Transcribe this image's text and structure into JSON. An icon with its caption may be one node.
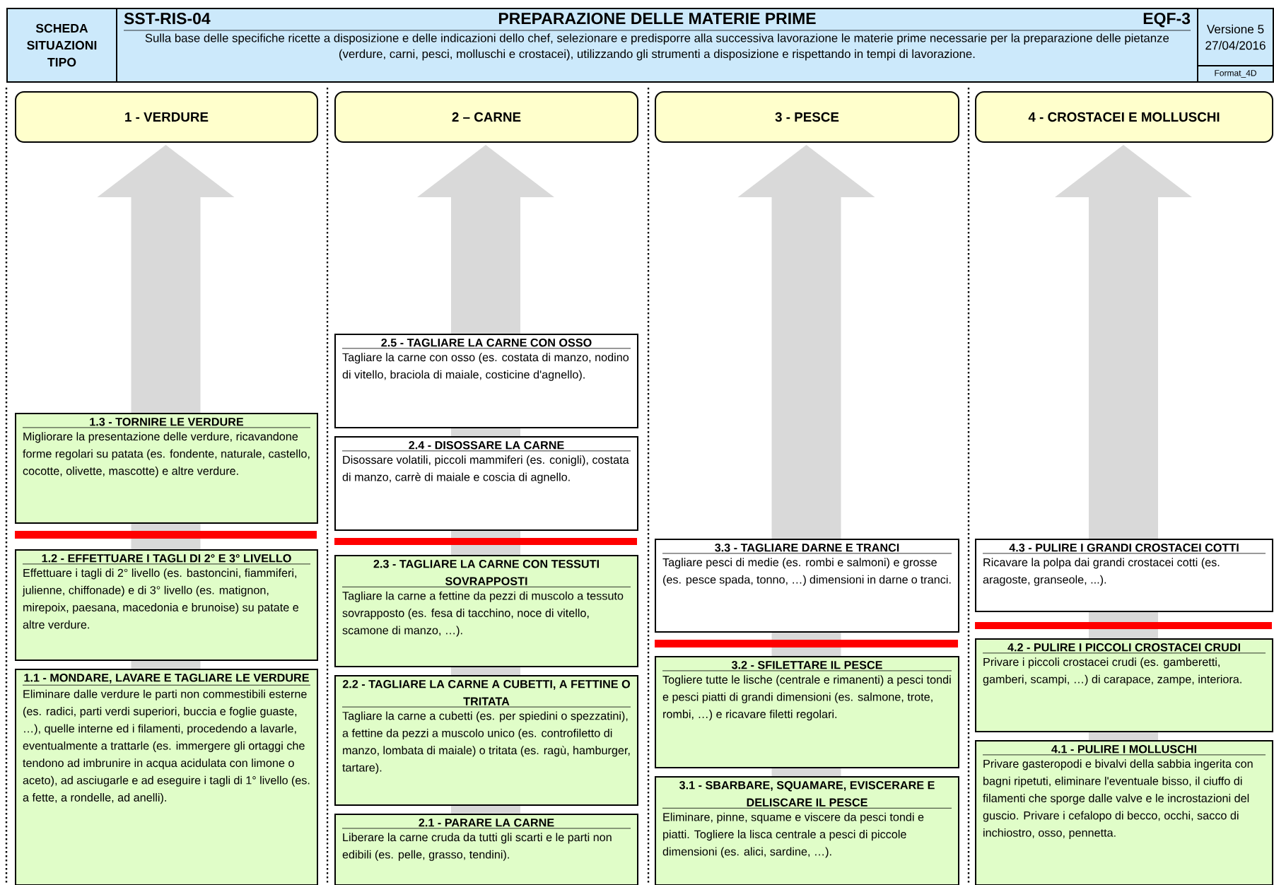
{
  "diagram": {
    "nodes": [
      {
        "text": [
          "SCHEDA SITUAZIONI TIPO"
        ]
      },
      {
        "text": [
          "SST-RIS-04",
          "PREPARAZIONE DELLE MATERIE PRIME",
          "EQF-3",
          "Sulla base delle specifiche ricette a disposizione e delle indicazioni dello chef, selezionare e predisporre alla successiva lavorazione le materie prime necessarie per la preparazione delle pietanze (verdure, carni, pesci, molluschi e crostacei), utilizzando gli strumenti a disposizione e rispettando in tempi di lavorazione."
        ]
      },
      {
        "text": [
          "Versione 5",
          "27/04/2016"
        ]
      },
      {
        "text": [
          "Format_4D"
        ]
      },
      {
        "text": [
          "1 - VERDURE"
        ]
      },
      {
        "text": [
          "2 – CARNE"
        ]
      },
      {
        "text": [
          "3 - PESCE"
        ]
      },
      {
        "text": [
          "4 - CROSTACEI E MOLLUSCHI"
        ]
      },
      {
        "text": [
          "1.3 - TORNIRE LE VERDURE",
          "Migliorare la presentazione delle verdure, ricavandone forme regolari su patata (es. fondente, naturale, castello, cocotte, olivette, mascotte) e altre verdure."
        ]
      },
      {
        "text": [
          "1.2 - EFFETTUARE I TAGLI DI 2° E 3° LIVELLO",
          "Effettuare i tagli di 2° livello (es. bastoncini, fiammiferi, julienne, chiffonade) e di 3° livello (es. matignon, mirepoix, paesana, macedonia e brunoise) su patate e altre verdure."
        ]
      },
      {
        "text": [
          "1.1 - MONDARE, LAVARE E TAGLIARE LE VERDURE",
          "Eliminare dalle verdure le parti non commestibili esterne (es. radici, parti verdi superiori, buccia e foglie guaste, …), quelle interne ed i filamenti, procedendo a lavarle, eventualmente a trattarle (es. immergere gli ortaggi che tendono ad imbrunire in acqua acidulata con limone o aceto), ad asciugarle e ad eseguire i tagli di 1° livello (es. a fette, a rondelle, ad anelli)."
        ]
      },
      {
        "text": [
          "2.5 - TAGLIARE LA CARNE CON OSSO",
          "Tagliare la carne con osso (es. costata di manzo, nodino di vitello, braciola di maiale, costicine d'agnello)."
        ]
      },
      {
        "text": [
          "2.4 - DISOSSARE LA CARNE",
          "Disossare volatili, piccoli mammiferi (es. conigli), costata di manzo, carrè di maiale e coscia di agnello."
        ]
      },
      {
        "text": [
          "2.3 - TAGLIARE LA CARNE CON TESSUTI SOVRAPPOSTI",
          "Tagliare la carne a fettine da pezzi di muscolo a tessuto sovrapposto (es. fesa di tacchino, noce di vitello, scamone di manzo, …)."
        ]
      },
      {
        "text": [
          "2.2 - TAGLIARE LA CARNE A CUBETTI, A FETTINE O TRITATA",
          "Tagliare la carne a cubetti (es. per spiedini o spezzatini), a fettine da pezzi a muscolo unico (es. controfiletto di manzo, lombata di maiale) o tritata (es. ragù, hamburger, tartare)."
        ]
      },
      {
        "text": [
          "2.1 - PARARE LA CARNE",
          "Liberare la carne cruda da tutti gli scarti e le parti non edibili (es. pelle, grasso, tendini)."
        ]
      },
      {
        "text": [
          "3.3 - TAGLIARE DARNE E TRANCI",
          "Tagliare pesci di medie (es. rombi e salmoni) e grosse (es. pesce spada, tonno, …) dimensioni in darne o tranci."
        ]
      },
      {
        "text": [
          "3.2 - SFILETTARE IL PESCE",
          "Togliere tutte le lische (centrale e rimanenti) a pesci tondi e pesci piatti di grandi dimensioni (es. salmone, trote, rombi, …) e ricavare filetti regolari."
        ]
      },
      {
        "text": [
          "3.1 - SBARBARE, SQUAMARE, EVISCERARE E DELISCARE IL PESCE",
          "Eliminare, pinne, squame e viscere da pesci tondi e piatti. Togliere la lisca centrale a pesci di piccole dimensioni (es. alici, sardine, …)."
        ]
      },
      {
        "text": [
          "4.3 - PULIRE I GRANDI CROSTACEI COTTI",
          "Ricavare la polpa dai grandi crostacei cotti (es. aragoste, granseole, ...)."
        ]
      },
      {
        "text": [
          "4.2 - PULIRE I PICCOLI CROSTACEI CRUDI",
          "Privare i piccoli crostacei crudi (es. gamberetti, gamberi, scampi, …) di carapace, zampe, interiora."
        ]
      },
      {
        "text": [
          "4.1 - PULIRE I MOLLUSCHI",
          "Privare gasteropodi e bivalvi della sabbia ingerita con bagni ripetuti, eliminare l'eventuale bisso, il ciuffo di filamenti che sporge dalle valve e le incrostazioni del guscio. Privare i cefalopo di becco, occhi, sacco di inchiostro, osso, pennetta."
        ]
      }
    ]
  }
}
